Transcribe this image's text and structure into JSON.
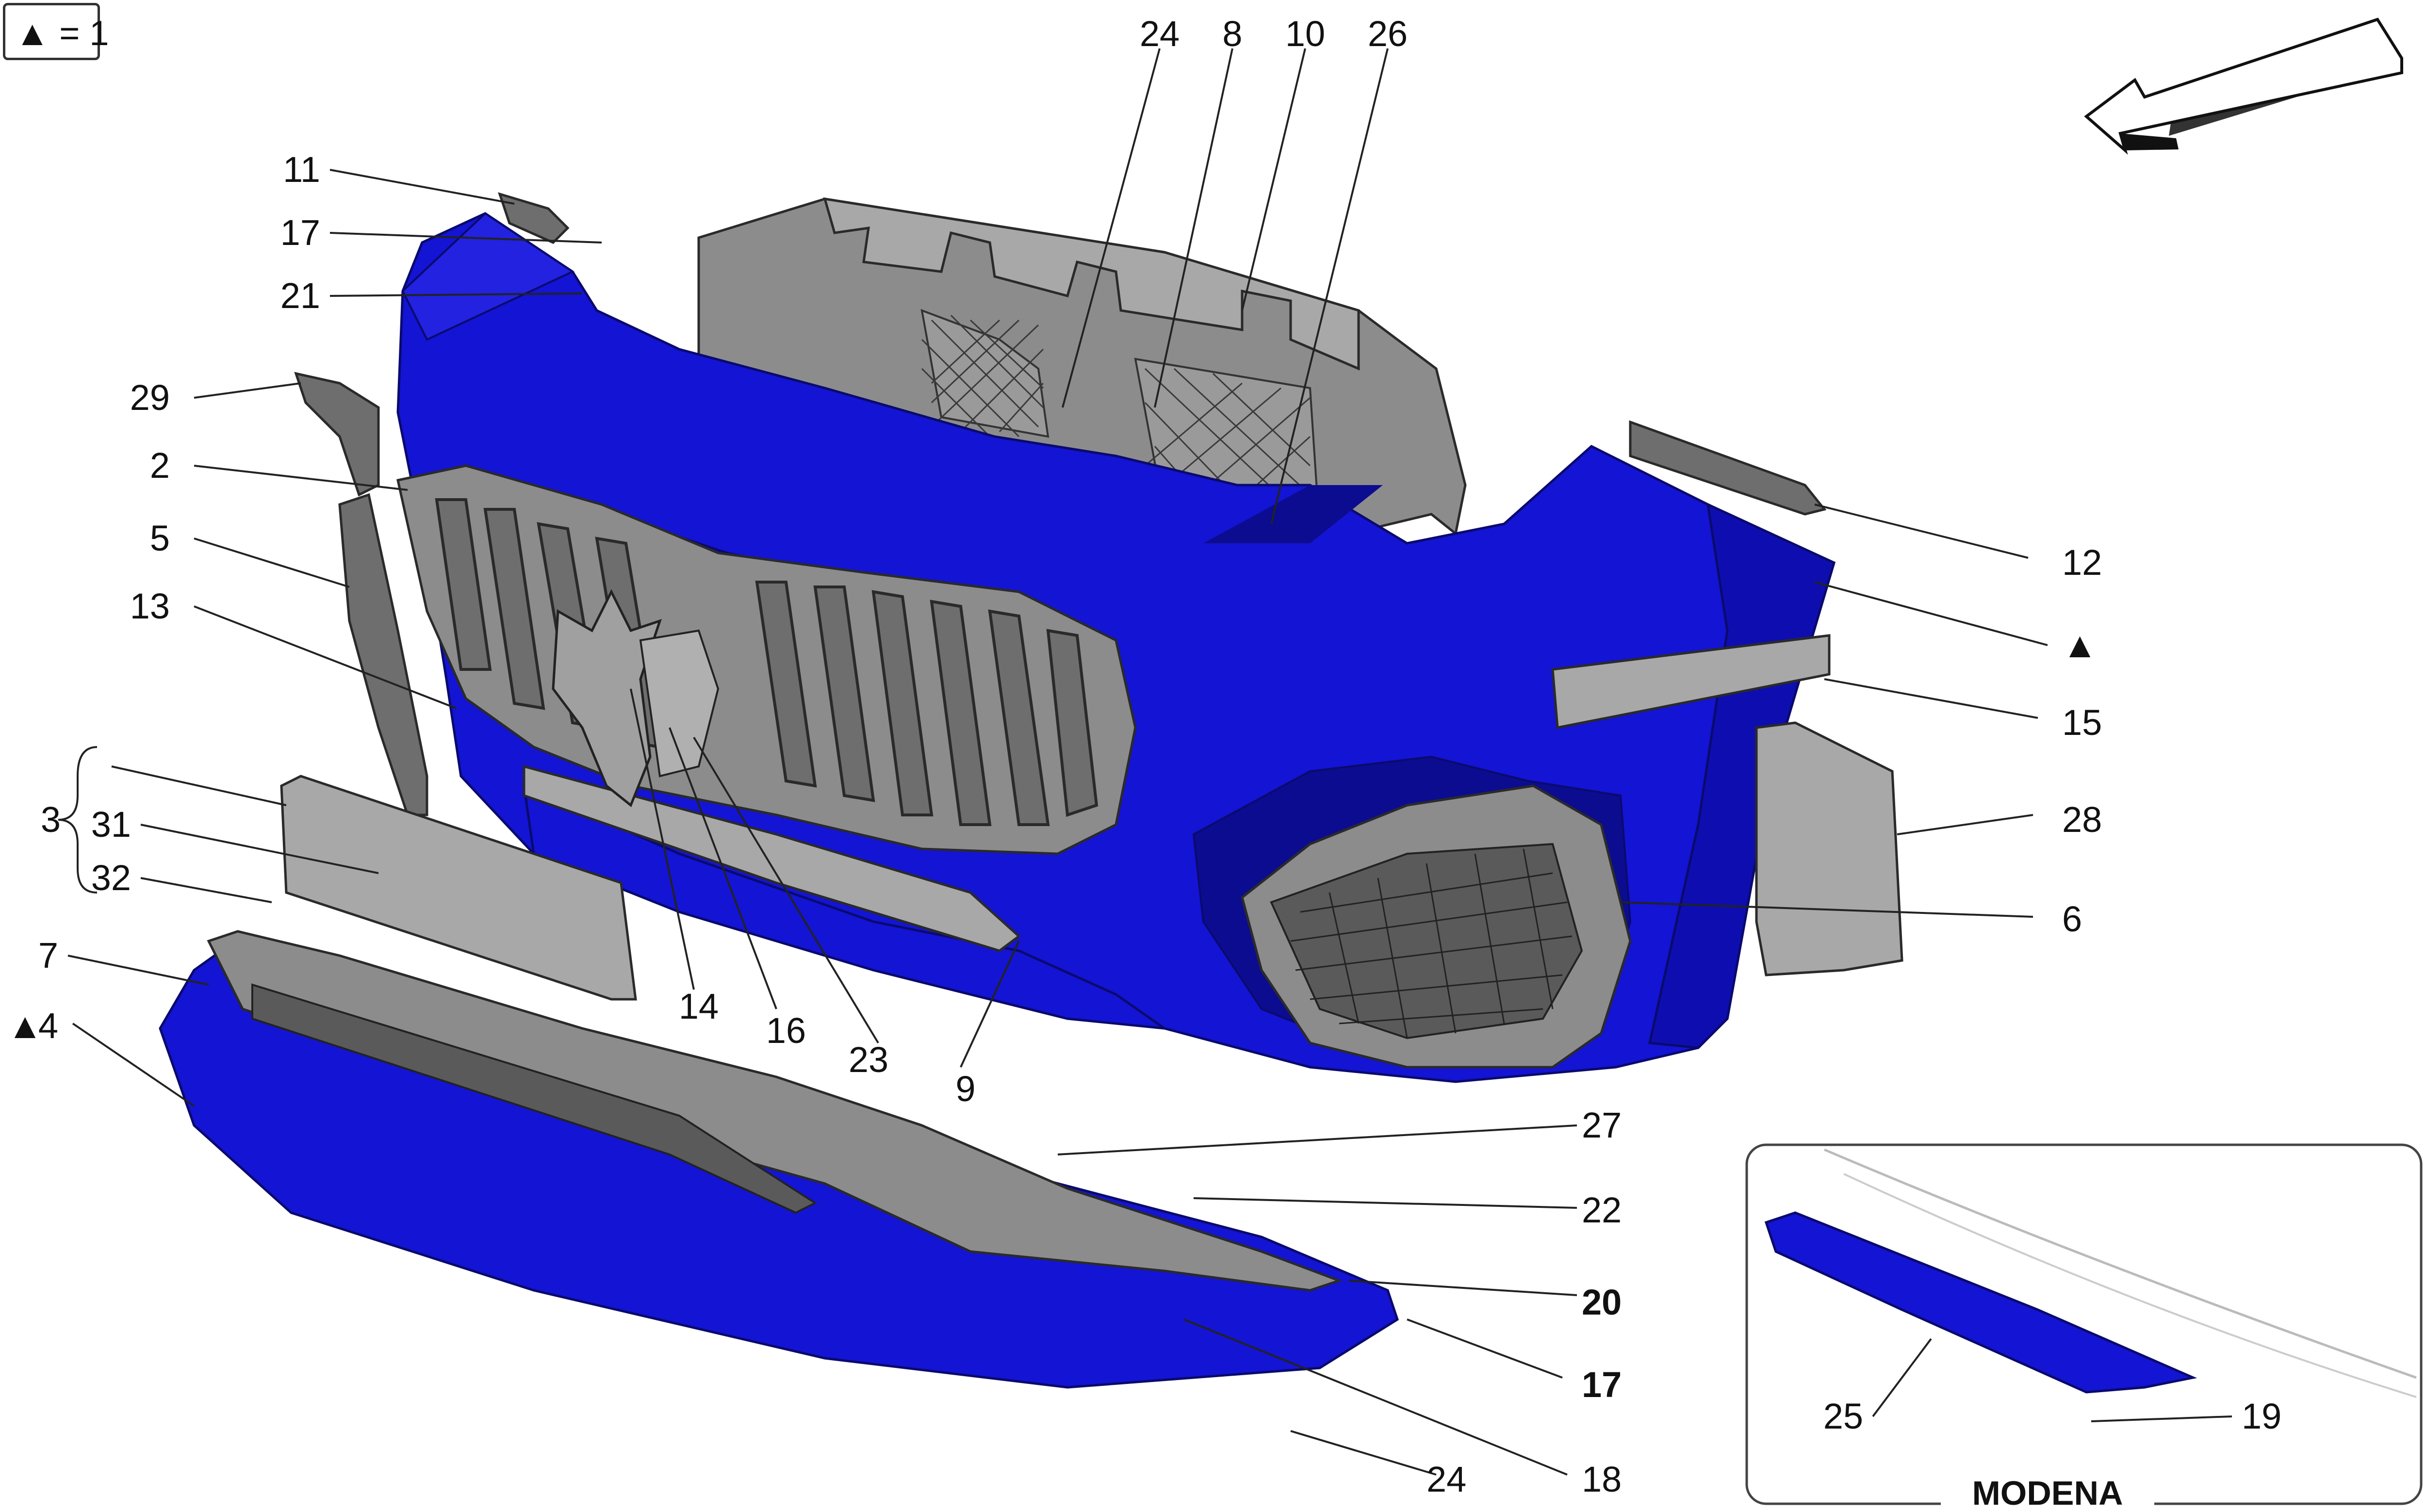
{
  "legend": {
    "symbol": "▲",
    "text": "= 1"
  },
  "inset": {
    "title": "MODENA"
  },
  "callouts": {
    "c24_top": "24",
    "c8": "8",
    "c10": "10",
    "c26": "26",
    "c11": "11",
    "c17_top": "17",
    "c21": "21",
    "c29": "29",
    "c2": "2",
    "c5": "5",
    "c13": "13",
    "c3": "3",
    "c31": "31",
    "c32": "32",
    "c7": "7",
    "c4": "4",
    "c14": "14",
    "c16": "16",
    "c23": "23",
    "c9": "9",
    "c12": "12",
    "c_tri": "▲",
    "c15": "15",
    "c28": "28",
    "c6": "6",
    "c27": "27",
    "c22": "22",
    "c20": "20",
    "c17_bot": "17",
    "c18": "18",
    "c24_bot": "24",
    "c25": "25",
    "c19": "19"
  },
  "colors": {
    "highlight": "#1414d4",
    "part_grey": "#8c8c8c",
    "line": "#222222"
  },
  "icons": {
    "direction": "direction-arrow-icon",
    "triangle": "triangle-marker-icon"
  }
}
